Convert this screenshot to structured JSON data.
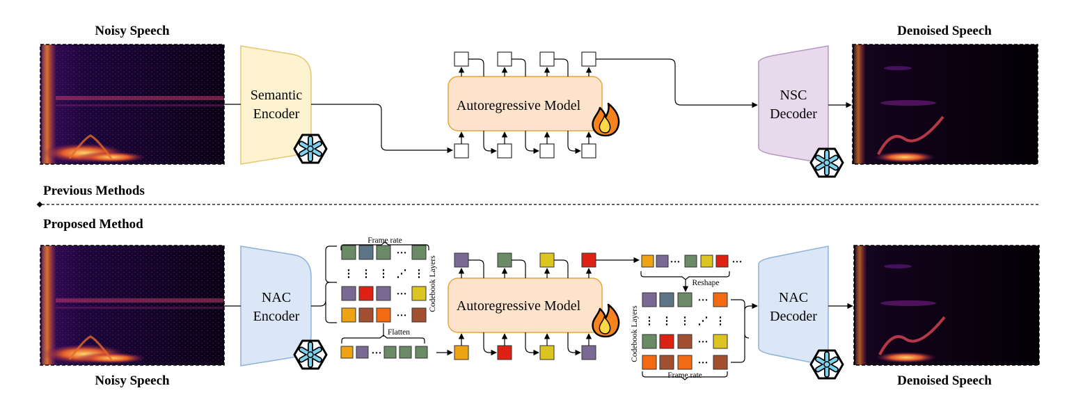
{
  "top": {
    "input_label": "Noisy Speech",
    "output_label": "Denoised Speech",
    "encoder": [
      "Semantic",
      "Encoder"
    ],
    "model": "Autoregressive Model",
    "decoder": [
      "NSC",
      "Decoder"
    ]
  },
  "divider": {
    "previous_label": "Previous Methods",
    "proposed_label": "Proposed Method"
  },
  "bottom": {
    "input_label": "Noisy Speech",
    "output_label": "Denoised Speech",
    "encoder": [
      "NAC",
      "Encoder"
    ],
    "model": "Autoregressive Model",
    "decoder": [
      "NAC",
      "Decoder"
    ],
    "frame_rate_label": "Frame rate",
    "codebook_layers_label": "Codebook Layers",
    "flatten_label": "Flatten",
    "reshape_label": "Reshape",
    "ellipsis": "···",
    "vdots": "⋮",
    "ddots": "⋰"
  },
  "colors": {
    "semantic_encoder_fill": "#fdf3d0",
    "semantic_encoder_stroke": "#e6c770",
    "ar_model_fill": "#fde3cc",
    "ar_model_stroke": "#e6a43a",
    "nsc_decoder_fill": "#e9d9ec",
    "nsc_decoder_stroke": "#b596c0",
    "nac_fill": "#dbe7f7",
    "nac_stroke": "#8fb0d9",
    "token_purple": "#7a6a93",
    "token_slate": "#5d7386",
    "token_green": "#6b8a66",
    "token_red": "#dd2214",
    "token_yellow": "#dcc520",
    "token_orange": "#eea315",
    "token_brown": "#a24f32",
    "token_bright_orange": "#f36a12",
    "snowflake": "#7fd3ee",
    "fire": "#f6831d"
  },
  "icons": [
    "snowflake-icon",
    "fire-icon"
  ]
}
